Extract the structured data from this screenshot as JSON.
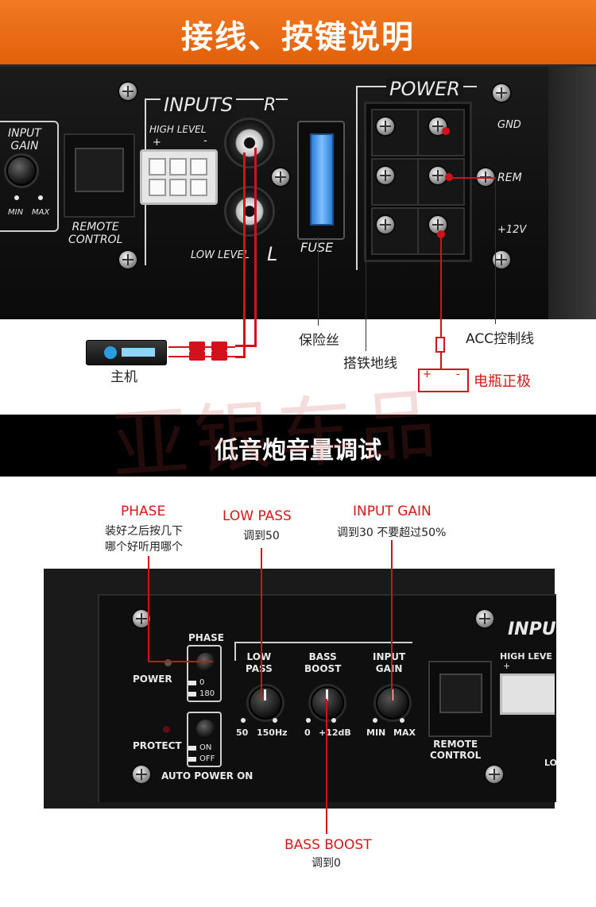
{
  "header": {
    "title": "接线、按键说明"
  },
  "panel1": {
    "input_gain": "INPUT\nGAIN",
    "min": "MIN",
    "max": "MAX",
    "remote_control": "REMOTE\nCONTROL",
    "inputs": "INPUTS",
    "r": "R",
    "l": "L",
    "high_level": "HIGH LEVEL",
    "plus": "+",
    "minus": "-",
    "low_level": "LOW LEVEL",
    "fuse": "FUSE",
    "power": "POWER",
    "gnd": "GND",
    "rem": "REM",
    "v12": "+12V"
  },
  "annotations": {
    "fuse_label": "保险丝",
    "acc_label": "ACC控制线",
    "ground_label": "搭铁地线",
    "battery_label": "电瓶正极",
    "host_label": "主机",
    "battery_plus": "+",
    "battery_minus": "-"
  },
  "section2": {
    "title": "低音炮音量调试"
  },
  "watermark": "亚银车品",
  "tips": {
    "phase_title": "PHASE",
    "phase_note1": "装好之后按几下",
    "phase_note2": "哪个好听用哪个",
    "lowpass_title": "LOW PASS",
    "lowpass_note": "调到50",
    "inputgain_title": "INPUT GAIN",
    "inputgain_note": "调到30 不要超过50%",
    "bassboost_title": "BASS BOOST",
    "bassboost_note": "调到0"
  },
  "panel2": {
    "phase": "PHASE",
    "power": "POWER",
    "deg0": "0",
    "deg180": "180",
    "protect": "PROTECT",
    "on": "ON",
    "off": "OFF",
    "auto_power_on": "AUTO POWER ON",
    "low_pass": "LOW\nPASS",
    "lp_min": "50",
    "lp_max": "150Hz",
    "bass_boost": "BASS\nBOOST",
    "bb_min": "0",
    "bb_max": "+12dB",
    "input_gain": "INPUT\nGAIN",
    "ig_min": "MIN",
    "ig_max": "MAX",
    "remote_control": "REMOTE\nCONTROL",
    "inpu": "INPU",
    "high_leve": "HIGH LEVE",
    "plus": "+",
    "lo": "LO"
  },
  "colors": {
    "orange": "#e8681a",
    "red": "#d0121a",
    "black": "#000000"
  }
}
